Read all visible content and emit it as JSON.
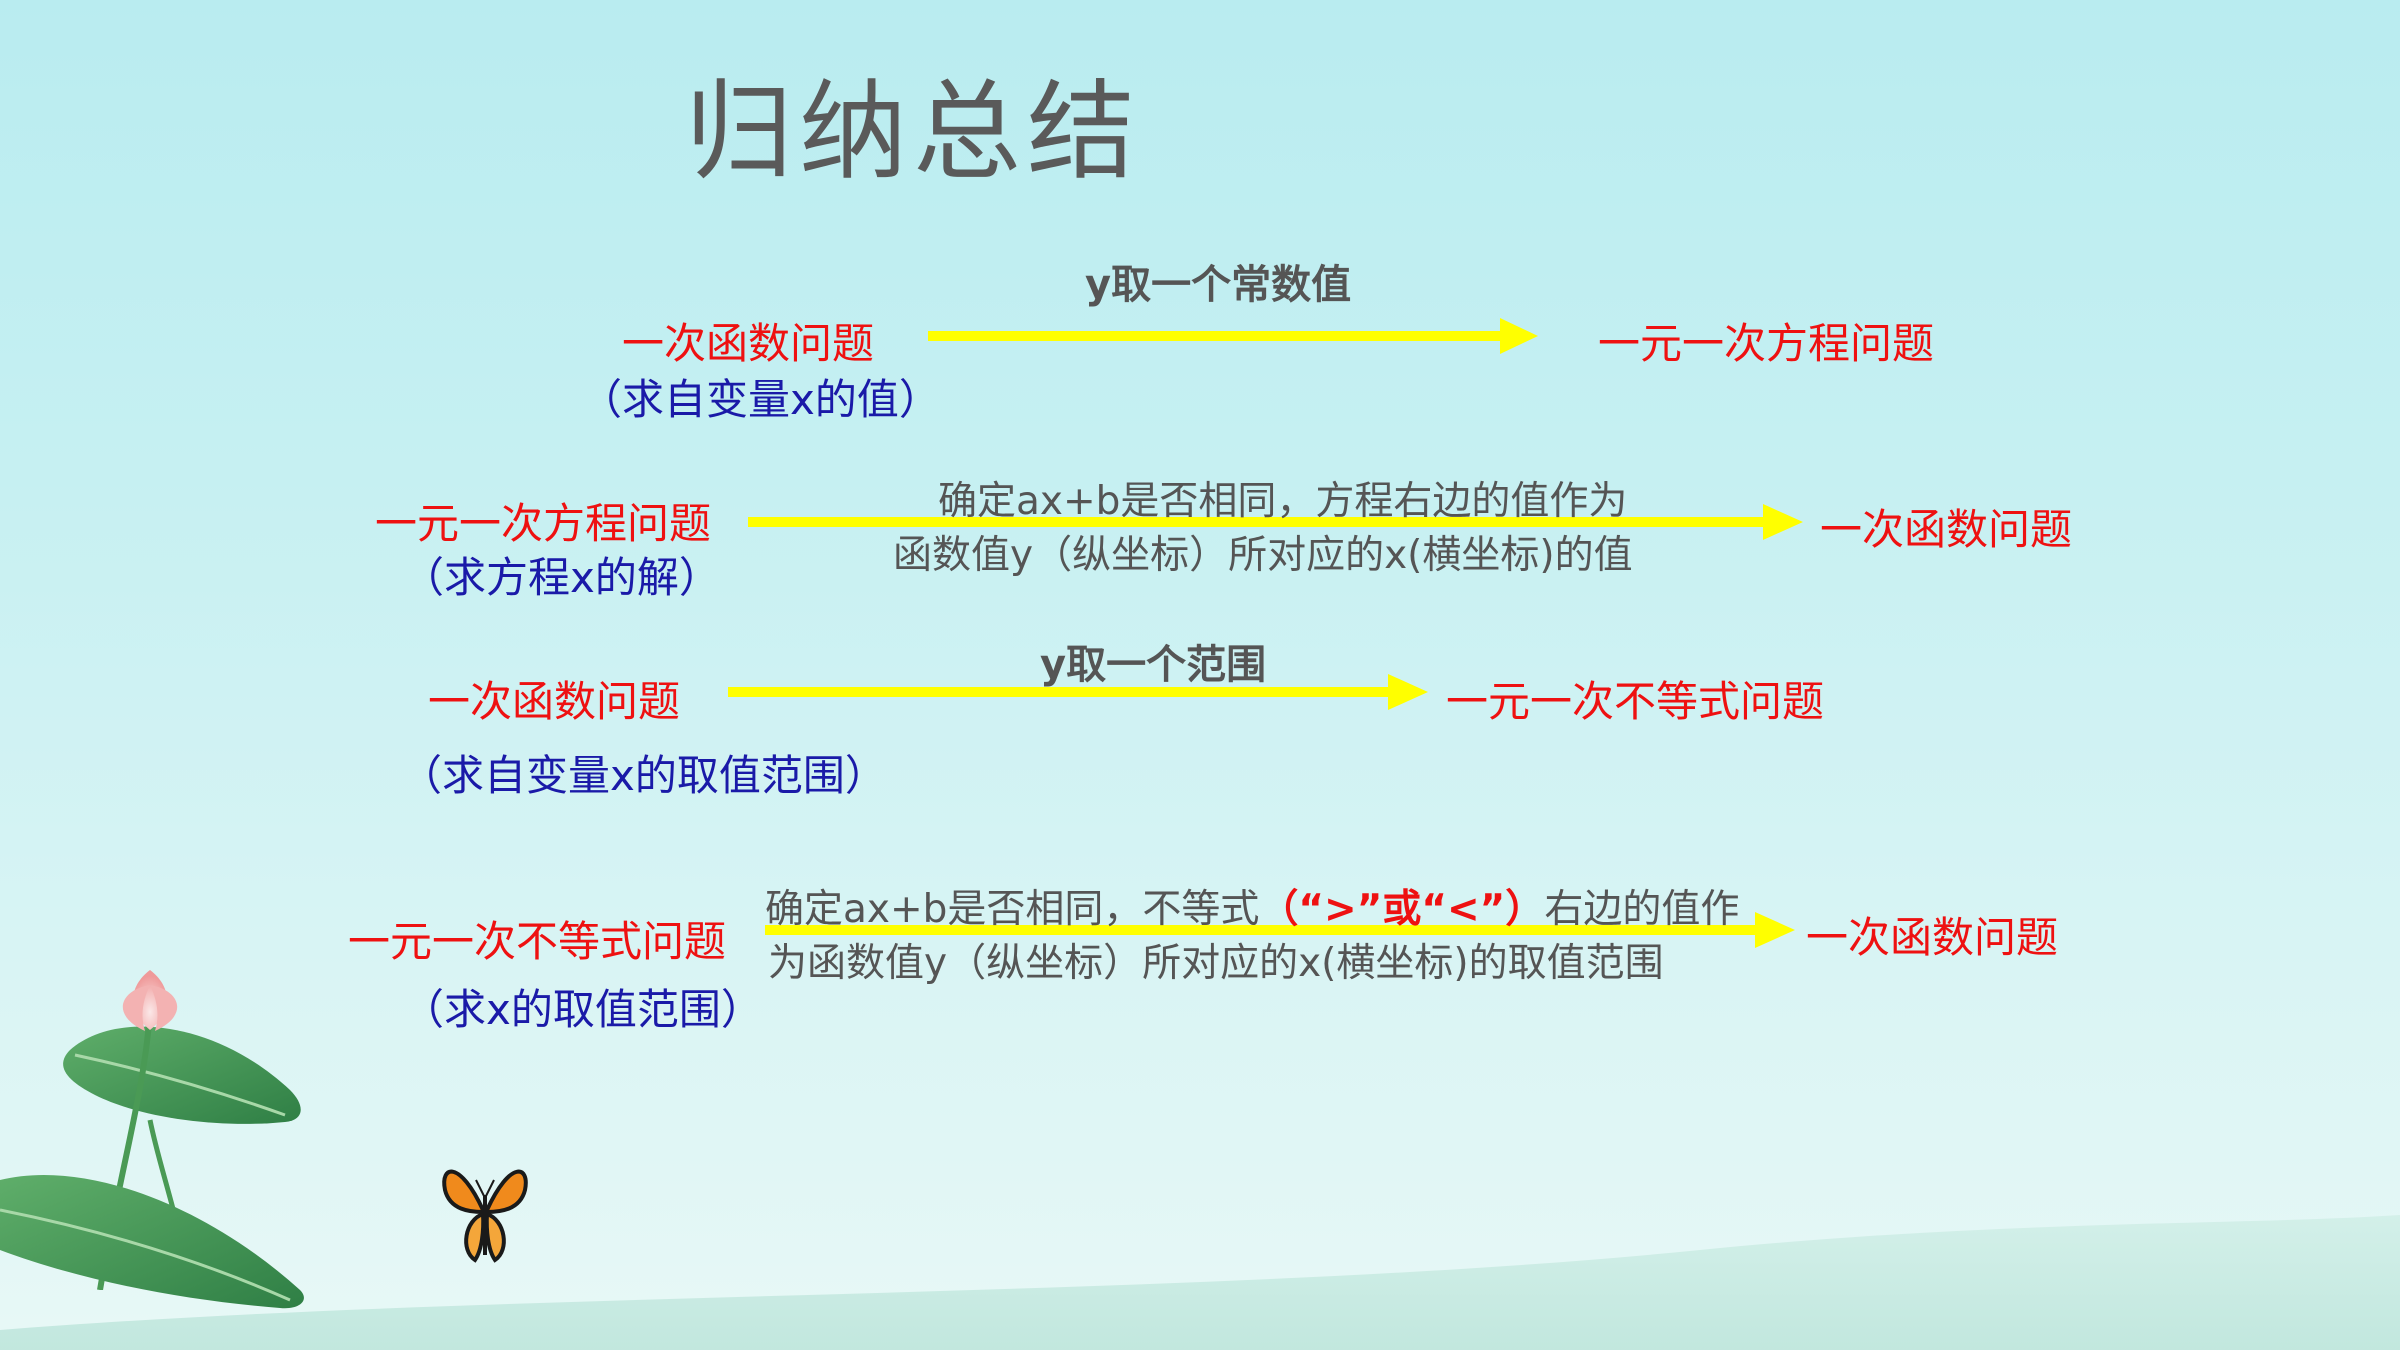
{
  "title": "归纳总结",
  "rows": [
    {
      "from": "一次函数问题",
      "from_note": "（求自变量x的值）",
      "condition": "y取一个常数值",
      "to": "一元一次方程问题"
    },
    {
      "from": "一元一次方程问题",
      "from_note": "（求方程x的解）",
      "condition_line1": "确定ax+b是否相同，方程右边的值作为",
      "condition_line2": "函数值y（纵坐标）所对应的x(横坐标)的值",
      "to": "一次函数问题"
    },
    {
      "from": "一次函数问题",
      "from_note": "（求自变量x的取值范围）",
      "condition": "y取一个范围",
      "to": "一元一次不等式问题"
    },
    {
      "from": "一元一次不等式问题",
      "from_note": "（求x的取值范围）",
      "condition_line1_a": "确定ax+b是否相同，不等式",
      "condition_line1_b": "（“>”或“<”）",
      "condition_line1_c": "右边的值作",
      "condition_line2": "为函数值y（纵坐标）所对应的x(横坐标)的取值范围",
      "to": "一次函数问题"
    }
  ],
  "colors": {
    "arrow": "#ffff00",
    "from_to": "#ee1111",
    "note": "#1a1aa8",
    "condition": "#555555"
  },
  "decor": [
    "lotus-icon",
    "lotus-leaf-icon",
    "butterfly-icon"
  ]
}
